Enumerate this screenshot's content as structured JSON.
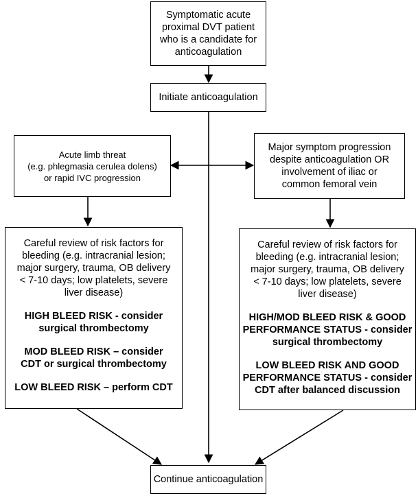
{
  "nodes": {
    "start": "Symptomatic acute\nproximal DVT patient\nwho is a candidate for\nanticoagulation",
    "initiate": "Initiate anticoagulation",
    "limb_threat": "Acute limb threat\n(e.g. phlegmasia cerulea dolens)\nor rapid IVC progression",
    "progression": "Major symptom progression\ndespite anticoagulation OR\ninvolvement of iliac or\ncommon femoral vein",
    "left_review": {
      "intro": "Careful review of risk factors for\nbleeding (e.g. intracranial lesion;\nmajor surgery, trauma, OB delivery\n< 7-10 days; low platelets, severe\nliver disease)",
      "high": "HIGH BLEED RISK - consider\nsurgical thrombectomy",
      "mod": "MOD BLEED RISK – consider\nCDT or surgical thrombectomy",
      "low": "LOW BLEED RISK – perform CDT"
    },
    "right_review": {
      "intro": "Careful review of risk factors for\nbleeding (e.g. intracranial lesion;\nmajor surgery, trauma, OB delivery\n< 7-10 days; low platelets, severe\nliver disease)",
      "high": "HIGH/MOD BLEED RISK & GOOD\nPERFORMANCE STATUS - consider\nsurgical thrombectomy",
      "low": "LOW BLEED RISK AND GOOD\nPERFORMANCE STATUS - consider\nCDT after balanced discussion"
    },
    "continue": "Continue anticoagulation"
  },
  "colors": {
    "stroke": "#000000",
    "background": "#ffffff"
  }
}
